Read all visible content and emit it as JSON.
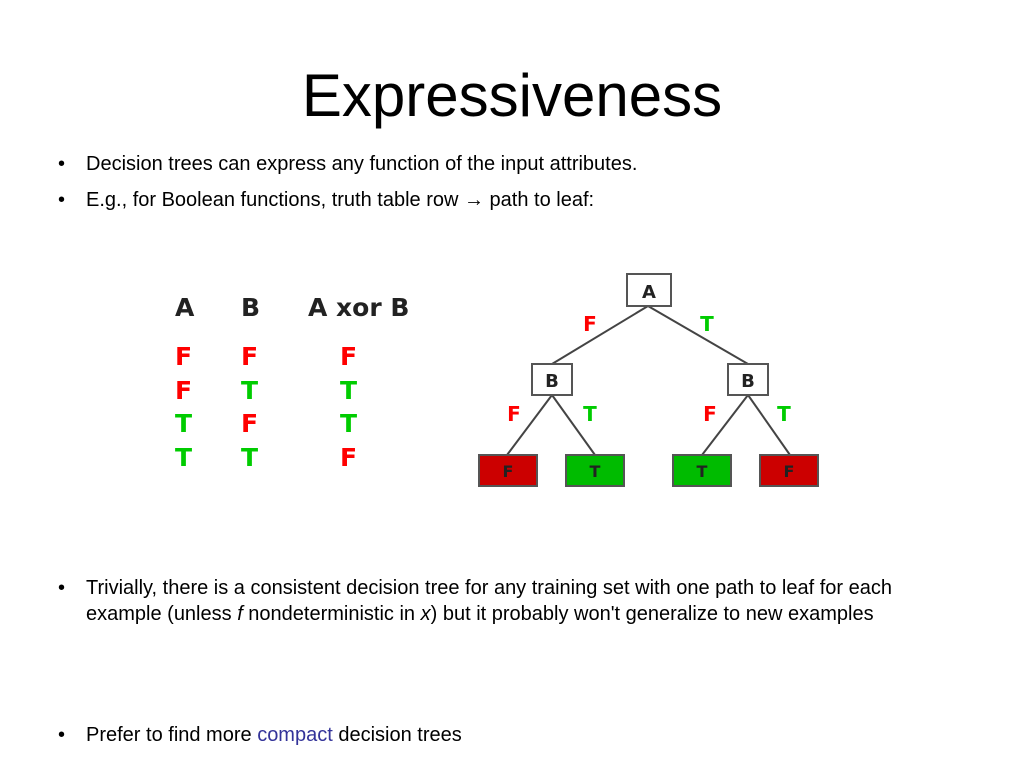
{
  "slide": {
    "title": "Expressiveness",
    "bullet_glyph": "•",
    "bullets": [
      {
        "text": "Decision trees can express any function of the input attributes."
      },
      {
        "text": "E.g., for Boolean functions, truth table row → path to leaf:"
      },
      {
        "part1": "Trivially, there is a consistent decision tree for any training set with one path to leaf for each example (unless ",
        "var_f": "f",
        "part2": " nondeterministic in ",
        "var_x": "x",
        "part3": ") but it probably won't generalize to new examples"
      },
      {
        "part1": "Prefer to find more ",
        "highlight": "compact",
        "part2": " decision trees"
      }
    ]
  },
  "truth_table": {
    "headers": [
      "A",
      "B",
      "A xor B"
    ],
    "rows": [
      [
        "F",
        "F",
        "F"
      ],
      [
        "F",
        "T",
        "T"
      ],
      [
        "T",
        "F",
        "T"
      ],
      [
        "T",
        "T",
        "F"
      ]
    ]
  },
  "tree": {
    "root": "A",
    "root_edges": [
      "F",
      "T"
    ],
    "internal": [
      "B",
      "B"
    ],
    "internal_edges": [
      [
        "F",
        "T"
      ],
      [
        "F",
        "T"
      ]
    ],
    "leaves": [
      "F",
      "T",
      "T",
      "F"
    ]
  },
  "colors": {
    "false_text": "#ff0000",
    "true_text": "#00cc00",
    "false_leaf_fill": "#cc0000",
    "true_leaf_fill": "#00bb00",
    "highlight_text": "#333399"
  }
}
